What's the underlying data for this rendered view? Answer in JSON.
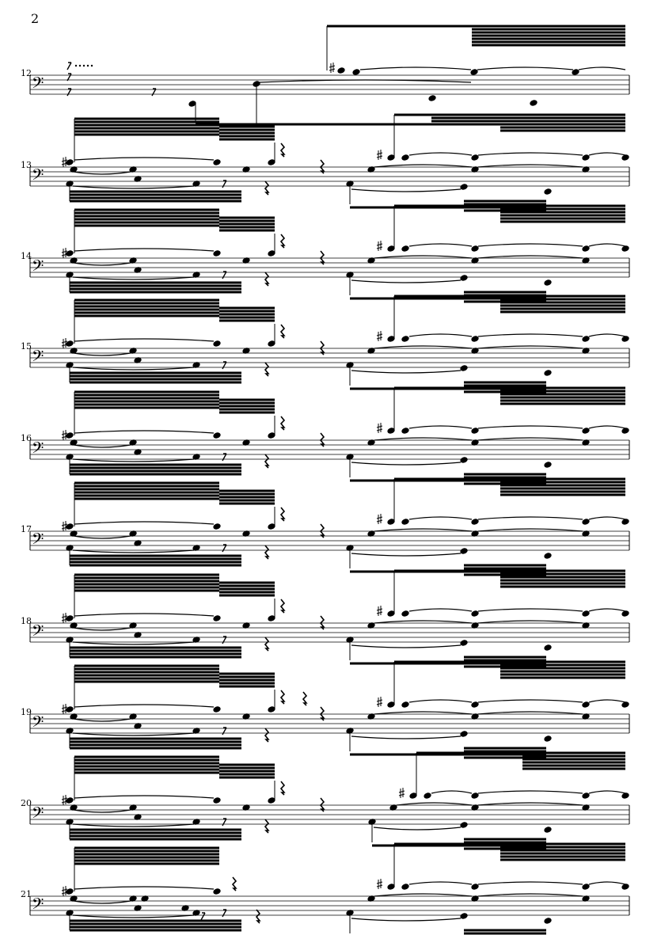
{
  "page": {
    "page_number": "2"
  },
  "clef_glyph": "𝄢",
  "systems": [
    {
      "measure": "12"
    },
    {
      "measure": "13"
    },
    {
      "measure": "14"
    },
    {
      "measure": "15"
    },
    {
      "measure": "16"
    },
    {
      "measure": "17"
    },
    {
      "measure": "18"
    },
    {
      "measure": "19"
    },
    {
      "measure": "20"
    },
    {
      "measure": "21"
    }
  ]
}
